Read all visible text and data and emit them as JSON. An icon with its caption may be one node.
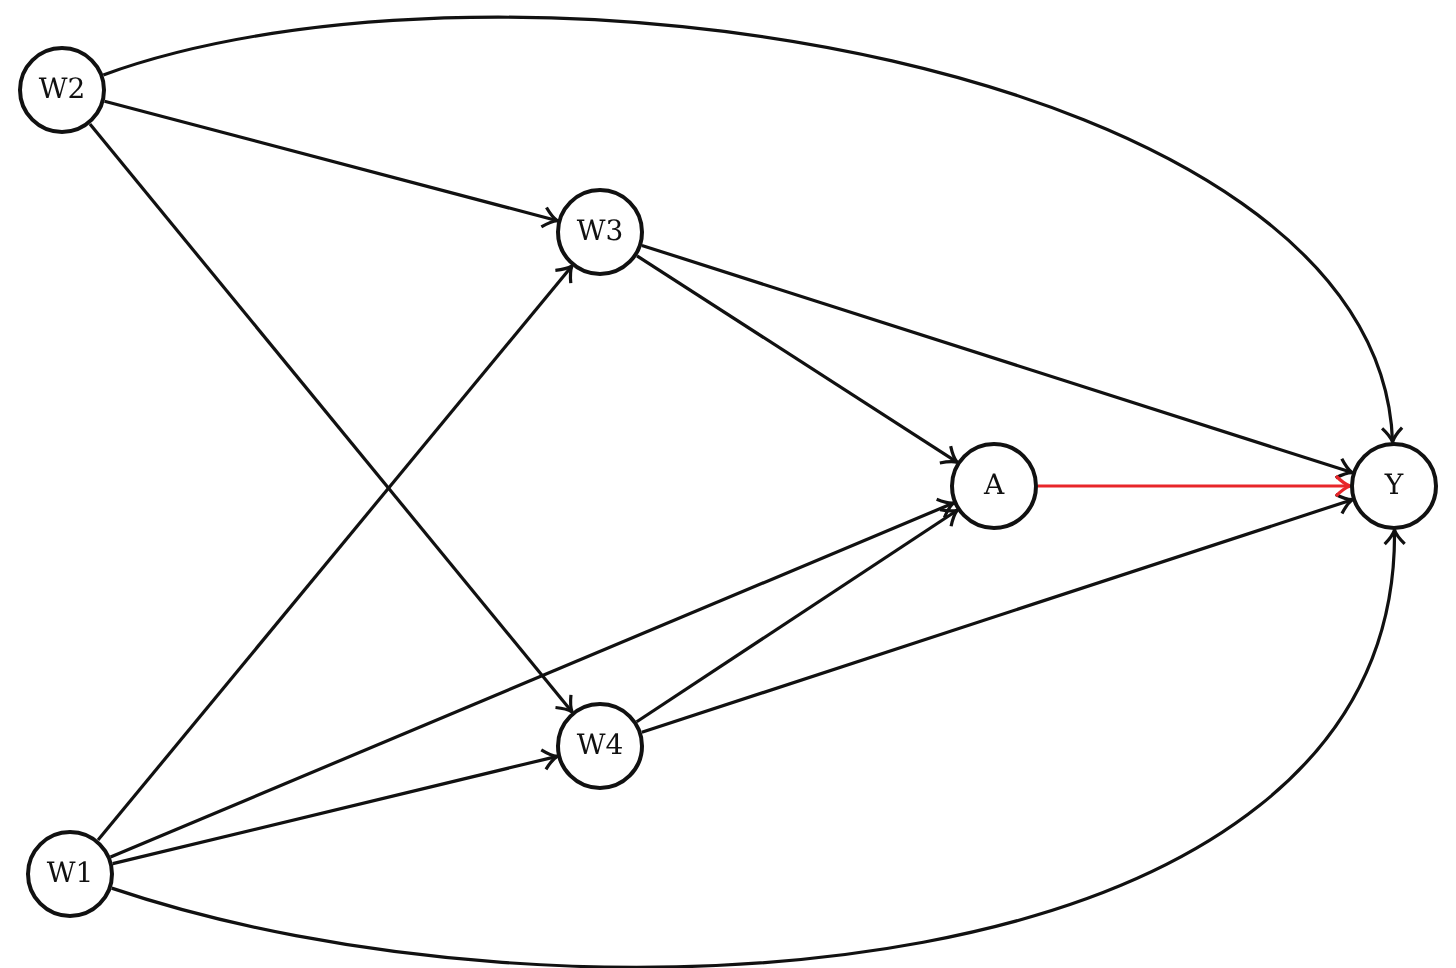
{
  "diagram": {
    "nodes": [
      {
        "text": [
          "W2"
        ]
      },
      {
        "text": [
          "W3"
        ]
      },
      {
        "text": [
          "A"
        ]
      },
      {
        "text": [
          "Y"
        ]
      },
      {
        "text": [
          "W4"
        ]
      },
      {
        "text": [
          "W1"
        ]
      }
    ],
    "edges": [
      {
        "from": 0,
        "to": 3,
        "arrow": "to"
      },
      {
        "from": 0,
        "to": 1,
        "arrow": "to"
      },
      {
        "from": 0,
        "to": 4,
        "arrow": "to"
      },
      {
        "from": 1,
        "to": 2,
        "arrow": "to"
      },
      {
        "from": 1,
        "to": 3,
        "arrow": "to"
      },
      {
        "from": 5,
        "to": 1,
        "arrow": "to"
      },
      {
        "from": 5,
        "to": 2,
        "arrow": "to"
      },
      {
        "from": 5,
        "to": 4,
        "arrow": "to"
      },
      {
        "from": 4,
        "to": 2,
        "arrow": "to"
      },
      {
        "from": 4,
        "to": 3,
        "arrow": "to"
      },
      {
        "from": 2,
        "to": 3,
        "arrow": "to",
        "color": "#e8262a"
      },
      {
        "from": 5,
        "to": 3,
        "arrow": "to"
      }
    ]
  }
}
